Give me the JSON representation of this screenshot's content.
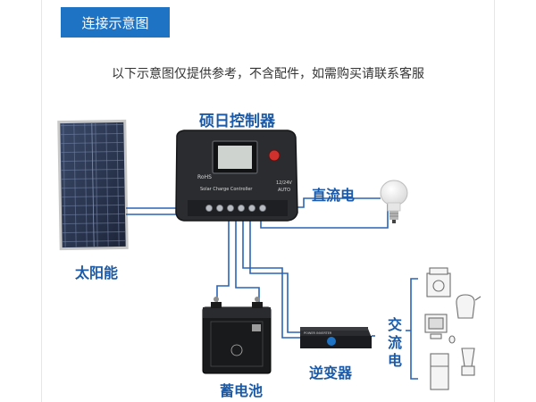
{
  "header": {
    "tab_label": "连接示意图"
  },
  "subtitle": "以下示意图仅提供参考，不含配件，如需购买请联系客服",
  "diagram": {
    "controller": {
      "title": "硕日控制器",
      "face_text": "Solar Charge Controller",
      "voltage_text": "12/24V",
      "mode_text": "AUTO",
      "cert_text": "RoHS"
    },
    "solar_panel": {
      "label": "太阳能"
    },
    "dc_output": {
      "label": "直流电"
    },
    "battery": {
      "label": "蓄电池"
    },
    "inverter": {
      "label": "逆变器",
      "face_text": "POWER INVERTER"
    },
    "ac_output": {
      "label_chars": [
        "交",
        "流",
        "电"
      ]
    }
  },
  "colors": {
    "accent": "#1f73c4",
    "label": "#1a5aa8",
    "wire": "#2a64b8"
  }
}
